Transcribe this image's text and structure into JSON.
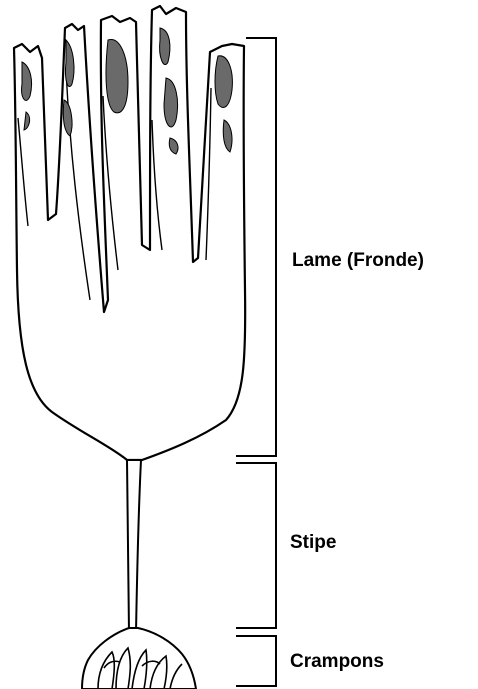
{
  "labels": {
    "lame": "Lame (Fronde)",
    "stipe": "Stipe",
    "crampons": "Crampons"
  },
  "colors": {
    "outline": "#000000",
    "texture": "#6a6a6a",
    "background": "#ffffff"
  }
}
